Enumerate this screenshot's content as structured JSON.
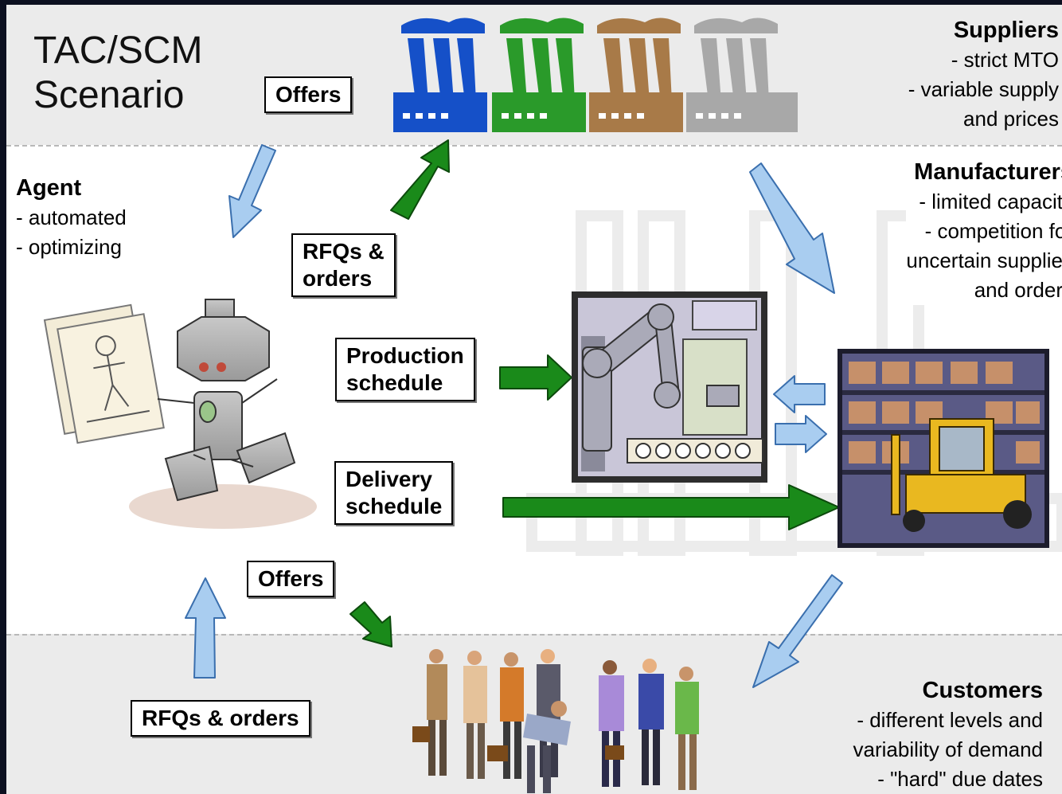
{
  "title": {
    "line1": "TAC/SCM",
    "line2": "Scenario"
  },
  "boxes": {
    "offers_top": "Offers",
    "rfq_top_line1": "RFQs &",
    "rfq_top_line2": "orders",
    "production_line1": "Production",
    "production_line2": "schedule",
    "delivery_line1": "Delivery",
    "delivery_line2": "schedule",
    "offers_bottom": "Offers",
    "rfq_bottom": "RFQs & orders"
  },
  "agent": {
    "heading": "Agent",
    "items": [
      "- automated",
      "- optimizing"
    ]
  },
  "suppliers": {
    "heading": "Suppliers",
    "lines": [
      "- strict MTO",
      "- variable supply",
      "and prices"
    ]
  },
  "manufacturers": {
    "heading": "Manufacturers",
    "lines": [
      "- limited capacity",
      "- competition for",
      "uncertain supplies",
      "and orders"
    ]
  },
  "customers": {
    "heading": "Customers",
    "lines": [
      "- different levels and",
      "variability of demand",
      "- \"hard\" due dates"
    ]
  },
  "colors": {
    "band": "#ebebeb",
    "green_arrow": "#1a8a1a",
    "blue_arrow": "#a9cdf0",
    "factory_blue": "#1550c8",
    "factory_green": "#2a9a2a",
    "factory_brown": "#a87a48",
    "factory_gray": "#a8a8a8"
  }
}
